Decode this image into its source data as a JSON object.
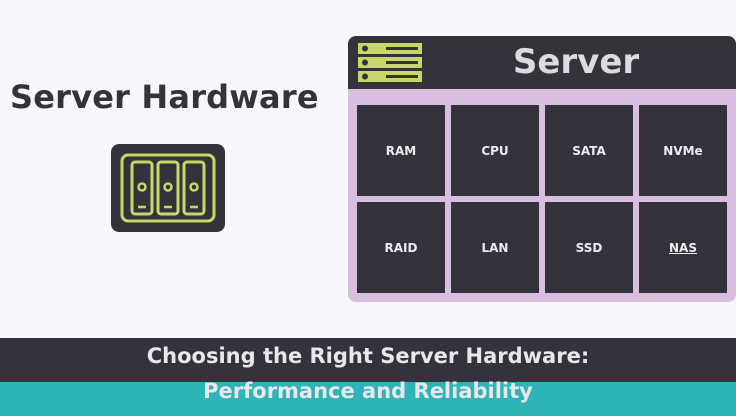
{
  "left": {
    "title": "Server Hardware",
    "icon": "server-drives-icon"
  },
  "server_card": {
    "title": "Server",
    "icon": "server-rack-icon",
    "components": [
      "RAM",
      "CPU",
      "SATA",
      "NVMe",
      "RAID",
      "LAN",
      "SSD",
      "NAS"
    ]
  },
  "banner": {
    "line1": "Choosing the Right Server Hardware:",
    "line2": "Performance and Reliability"
  },
  "colors": {
    "dark": "#34333b",
    "accent_green": "#c8d66a",
    "card_purple": "#d8bedf",
    "teal": "#2eb3b7",
    "background": "#f7f7fb"
  }
}
